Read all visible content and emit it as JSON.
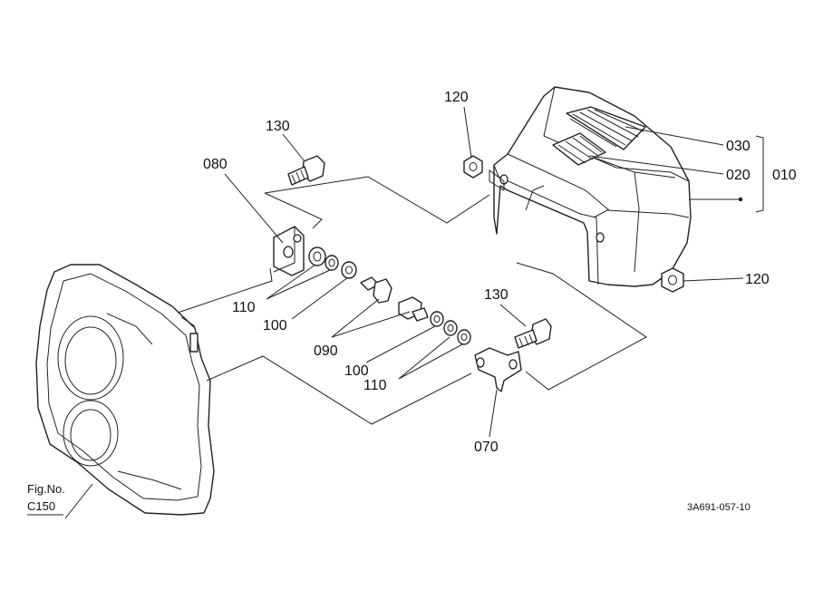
{
  "part_labels": {
    "p130_top": "130",
    "p080": "080",
    "p110_left": "110",
    "p100_left": "100",
    "p090": "090",
    "p100_mid": "100",
    "p110_mid": "110",
    "p130_mid": "130",
    "p070": "070",
    "p120_top": "120",
    "p030": "030",
    "p020": "020",
    "p010": "010",
    "p120_right": "120"
  },
  "figure_ref": {
    "line1": "Fig.No.",
    "line2": "C150"
  },
  "drawing_code": "3A691-057-10"
}
